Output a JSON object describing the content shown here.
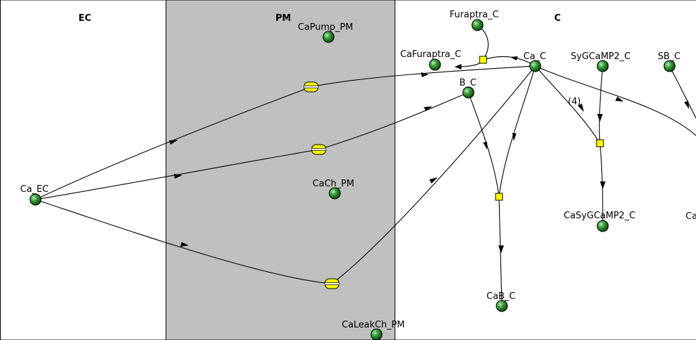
{
  "compartments": [
    {
      "id": "ec",
      "title": "EC"
    },
    {
      "id": "pm",
      "title": "PM"
    },
    {
      "id": "c",
      "title": "C"
    }
  ],
  "species": [
    {
      "id": "ca_ec",
      "label": "Ca_EC"
    },
    {
      "id": "capump_pm",
      "label": "CaPump_PM"
    },
    {
      "id": "cach_pm",
      "label": "CaCh_PM"
    },
    {
      "id": "caleakch_pm",
      "label": "CaLeakCh_PM"
    },
    {
      "id": "furaptra_c",
      "label": "Furaptra_C"
    },
    {
      "id": "cafuraptra_c",
      "label": "CaFuraptra_C"
    },
    {
      "id": "ca_c",
      "label": "Ca_C"
    },
    {
      "id": "sygcamp2_c",
      "label": "SyGCaMP2_C"
    },
    {
      "id": "sb_c",
      "label": "SB_C"
    },
    {
      "id": "b_c",
      "label": "B_C"
    },
    {
      "id": "casygcamp2_c",
      "label": "CaSyGCaMP2_C"
    },
    {
      "id": "cab_c",
      "label": "CaB_C"
    },
    {
      "id": "casb_c",
      "label": "Ca"
    }
  ],
  "stoichiometry": {
    "sygcamp2_binding": "(4)"
  },
  "colors": {
    "membrane_fill": "#c0c0c0",
    "species_fill": "#2f8f2f",
    "species_highlight": "#b8f0b8",
    "reaction_fill": "#ffff00",
    "channel_fill": "#ffff00"
  }
}
